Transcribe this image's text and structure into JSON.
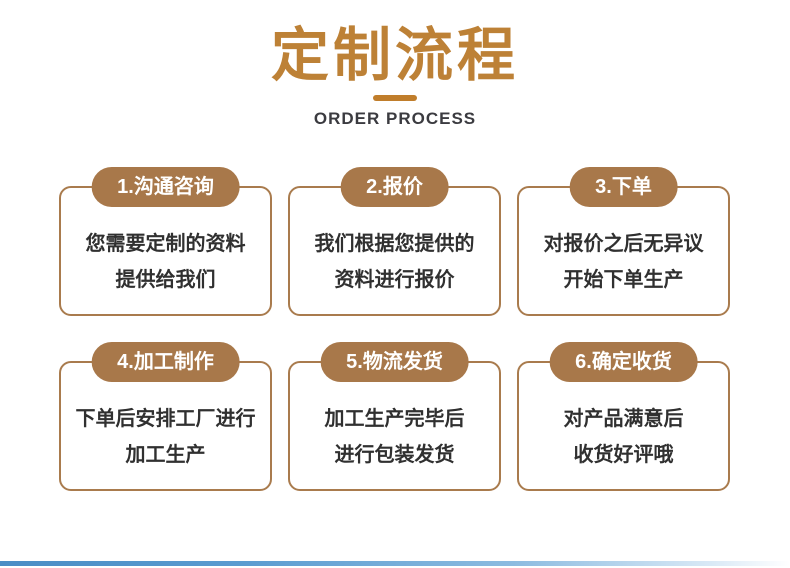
{
  "header": {
    "title": "定制流程",
    "subtitle": "ORDER PROCESS"
  },
  "steps": [
    {
      "badge": "1.沟通咨询",
      "line1": "您需要定制的资料",
      "line2": "提供给我们"
    },
    {
      "badge": "2.报价",
      "line1": "我们根据您提供的",
      "line2": "资料进行报价"
    },
    {
      "badge": "3.下单",
      "line1": "对报价之后无异议",
      "line2": "开始下单生产"
    },
    {
      "badge": "4.加工制作",
      "line1": "下单后安排工厂进行",
      "line2": "加工生产"
    },
    {
      "badge": "5.物流发货",
      "line1": "加工生产完毕后",
      "line2": "进行包装发货"
    },
    {
      "badge": "6.确定收货",
      "line1": "对产品满意后",
      "line2": "收货好评哦"
    }
  ],
  "colors": {
    "title_accent": "#bd8136",
    "divider": "#c07d2b",
    "badge_background": "#a8784a",
    "card_border": "#a97b4d",
    "body_text": "#303030",
    "subtitle_text": "#3b3b40",
    "bottom_bar_blue": "#4a8dc5"
  }
}
